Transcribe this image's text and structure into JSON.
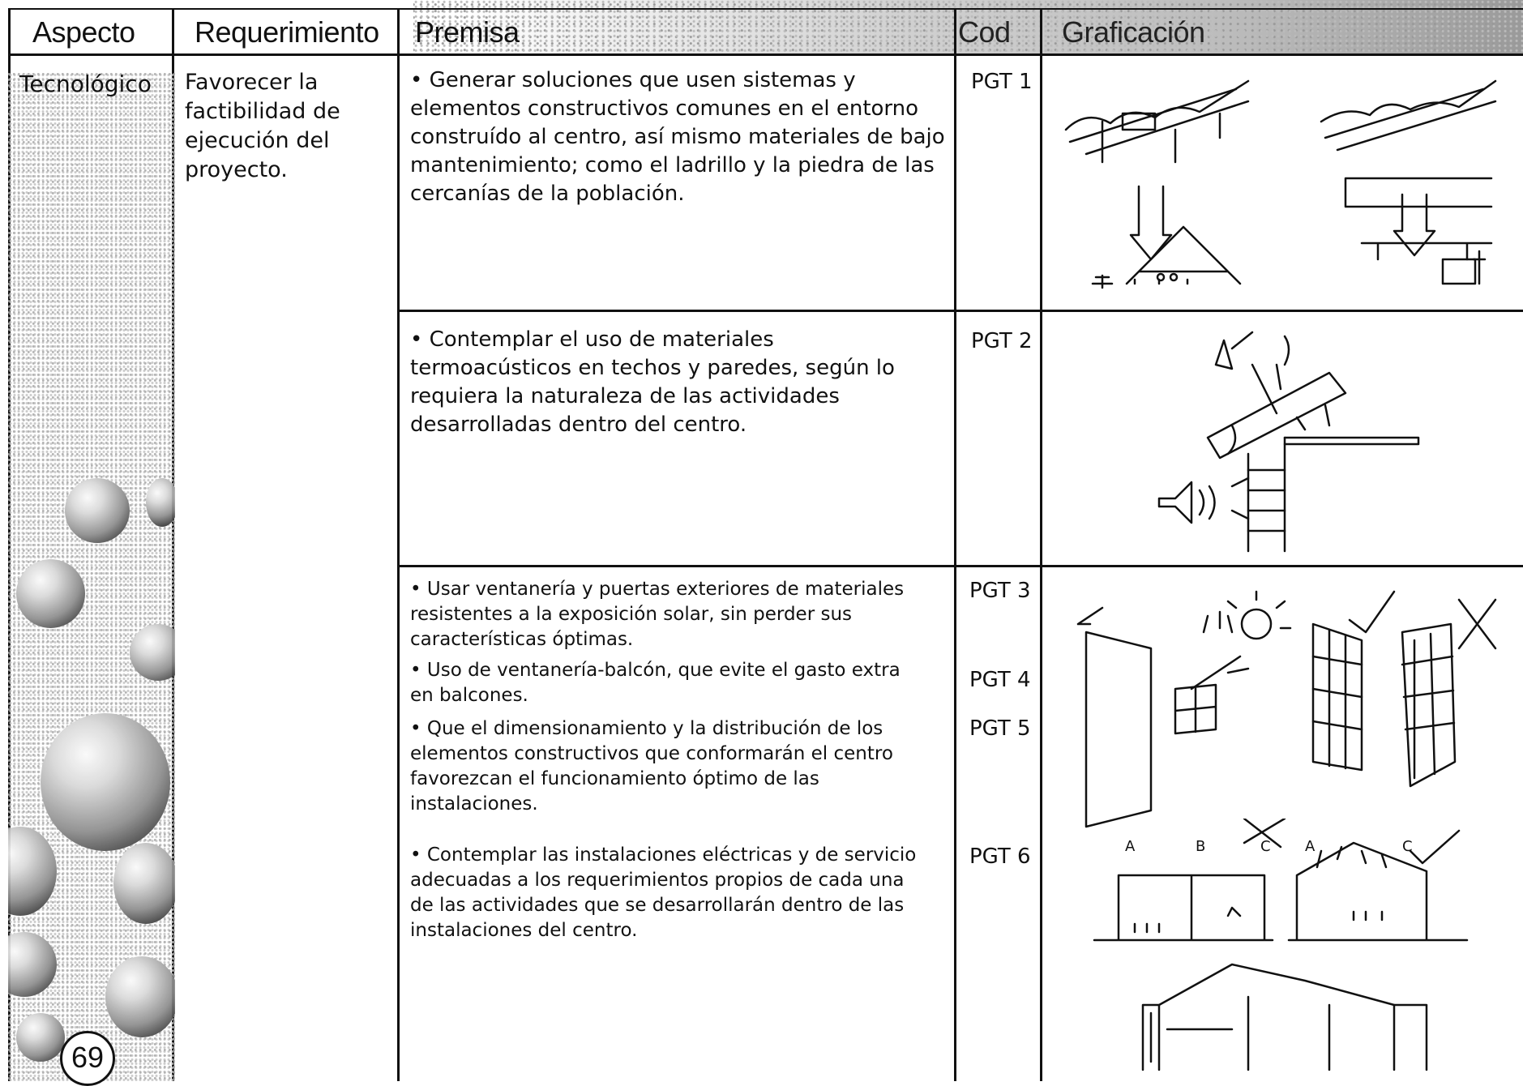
{
  "headers": {
    "aspecto": "Aspecto",
    "requerimiento": "Requerimiento",
    "premisa": "Premisa",
    "cod": "Cod",
    "graficacion": "Graficación"
  },
  "aspect": "Tecnológico",
  "requirement": "Favorecer la factibilidad de ejecución del proyecto.",
  "premises": [
    {
      "code": "PGT 1",
      "text": "• Generar soluciones que usen sistemas y elementos constructivos comunes en el entorno construído al centro, así mismo materiales de bajo mantenimiento; como el ladrillo y la piedra de las cercanías de la población."
    },
    {
      "code": "PGT 2",
      "text": "• Contemplar el uso de materiales termoacústicos en techos y paredes, según lo requiera la naturaleza de las actividades desarrolladas dentro del centro."
    },
    {
      "code": "PGT 3",
      "text": "• Usar ventanería y puertas exteriores de materiales resistentes a la exposición solar, sin perder sus características óptimas."
    },
    {
      "code": "PGT 4",
      "text": "• Uso de ventanería-balcón, que evite el gasto extra en balcones."
    },
    {
      "code": "PGT 5",
      "text": "• Que el dimensionamiento y la distribución de los elementos constructivos que conformarán el centro favorezcan el funcionamiento óptimo de las instalaciones."
    },
    {
      "code": "PGT 6",
      "text": "• Contemplar las instalaciones eléctricas y de servicio adecuadas a los requerimientos propios de cada una de las actividades que se desarrollarán dentro de las instalaciones del centro."
    }
  ],
  "page_number": "69",
  "sketch_labels": {
    "a": "A",
    "b": "B",
    "c": "C"
  },
  "icons": [
    "sketch-roof-structure-icon",
    "sketch-thermoacoustic-wall-icon",
    "sketch-window-sun-icon",
    "sketch-section-icon"
  ]
}
